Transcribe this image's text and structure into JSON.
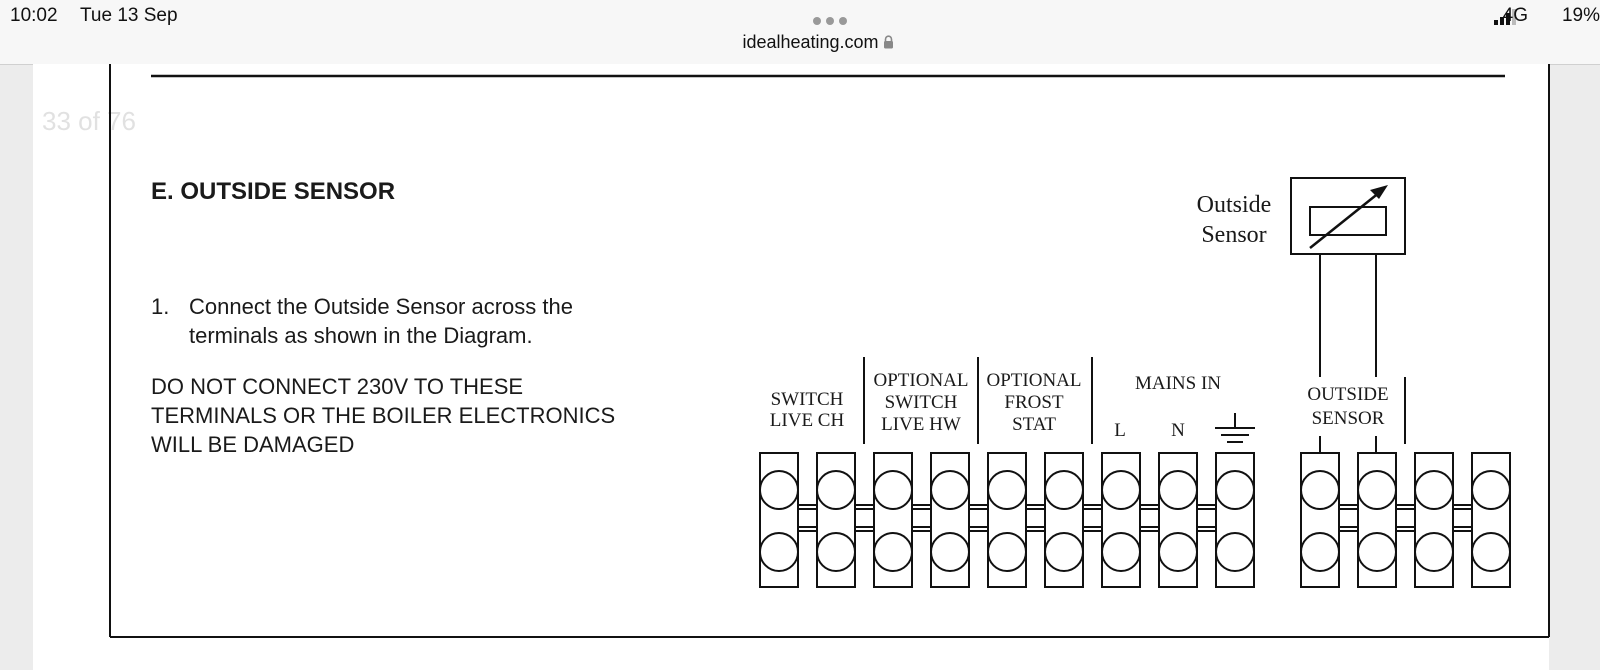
{
  "status_bar": {
    "time": "10:02",
    "date": "Tue 13 Sep",
    "url": "idealheating.com",
    "network": "4G",
    "battery": "19%"
  },
  "pdf": {
    "page_counter": "33 of 76",
    "section_title": "E.  OUTSIDE SENSOR",
    "instruction_number": "1.",
    "instruction_line1": "Connect the Outside Sensor across the",
    "instruction_line2": "terminals as shown in the Diagram.",
    "warning_lines": [
      "DO NOT CONNECT 230V TO THESE",
      "TERMINALS OR THE BOILER ELECTRONICS",
      "WILL BE DAMAGED"
    ]
  },
  "diagram": {
    "sensor_label": [
      "Outside",
      "Sensor"
    ],
    "switch_live_ch": [
      "SWITCH",
      "LIVE CH"
    ],
    "optional_switch_live_hw": [
      "OPTIONAL",
      "SWITCH",
      "LIVE HW"
    ],
    "optional_frost_stat": [
      "OPTIONAL",
      "FROST",
      "STAT"
    ],
    "mains_in": "MAINS IN",
    "mains_terminals": [
      "L",
      "N"
    ],
    "outside_sensor": [
      "OUTSIDE",
      "SENSOR"
    ]
  }
}
